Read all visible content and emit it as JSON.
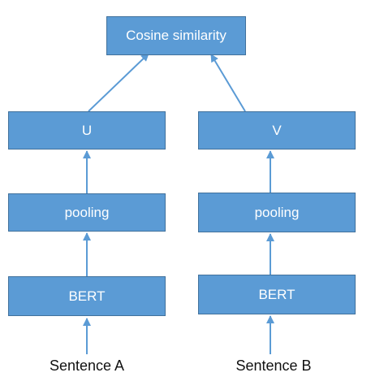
{
  "diagram": {
    "top": {
      "label": "Cosine similarity"
    },
    "left": {
      "output_label": "U",
      "pooling_label": "pooling",
      "encoder_label": "BERT",
      "input_label": "Sentence A"
    },
    "right": {
      "output_label": "V",
      "pooling_label": "pooling",
      "encoder_label": "BERT",
      "input_label": "Sentence B"
    }
  },
  "colors": {
    "box_fill": "#5b9bd5",
    "box_border": "#41719c",
    "arrow": "#5b9bd5",
    "box_text": "#ffffff",
    "caption_text": "#111111"
  }
}
